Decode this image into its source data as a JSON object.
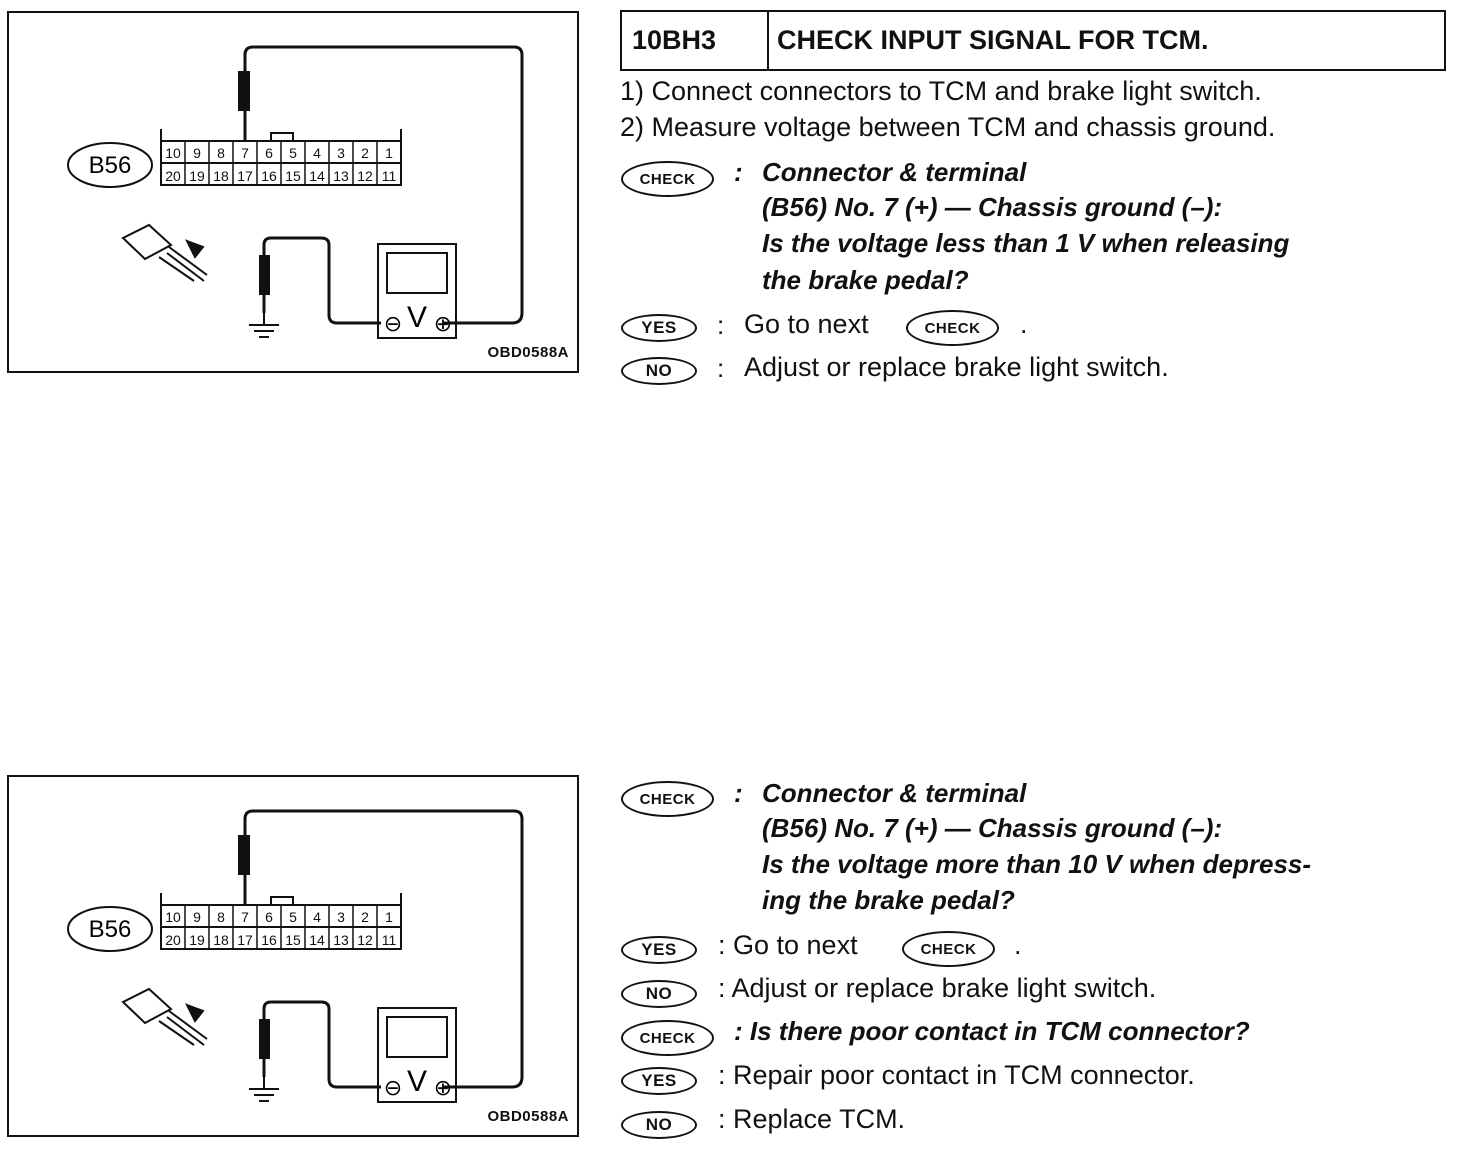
{
  "figure": {
    "connector_label": "B56",
    "figure_id": "OBD0588A",
    "pins_top": [
      "10",
      "9",
      "8",
      "7",
      "6",
      "5",
      "4",
      "3",
      "2",
      "1"
    ],
    "pins_bottom": [
      "20",
      "19",
      "18",
      "17",
      "16",
      "15",
      "14",
      "13",
      "12",
      "11"
    ],
    "meter_symbol": "V",
    "meter_minus": "⊖",
    "meter_plus": "⊕"
  },
  "step": {
    "code": "10BH3",
    "title": "CHECK INPUT SIGNAL FOR TCM.",
    "instructions": [
      "1)  Connect connectors to TCM and brake light switch.",
      "2)  Measure voltage between TCM and chassis ground."
    ]
  },
  "badges": {
    "check": "CHECK",
    "yes": "YES",
    "no": "NO"
  },
  "check1": {
    "lines": [
      "Connector & terminal",
      "(B56) No. 7 (+) — Chassis ground (–):",
      "Is the voltage less than 1 V when releasing",
      "the brake pedal?"
    ],
    "yes": "Go to next",
    "yes_tail": ".",
    "no": "Adjust or replace brake light switch."
  },
  "check2": {
    "lines": [
      "Connector & terminal",
      "(B56) No. 7 (+) — Chassis ground (–):",
      "Is the voltage more than 10 V when depress-",
      "ing the brake pedal?"
    ],
    "yes": ": Go to next",
    "yes_tail": ".",
    "no": ": Adjust or replace brake light switch."
  },
  "check3": {
    "question": ": Is there poor contact in TCM connector?",
    "yes": ": Repair poor contact in TCM connector.",
    "no": ": Replace TCM."
  }
}
